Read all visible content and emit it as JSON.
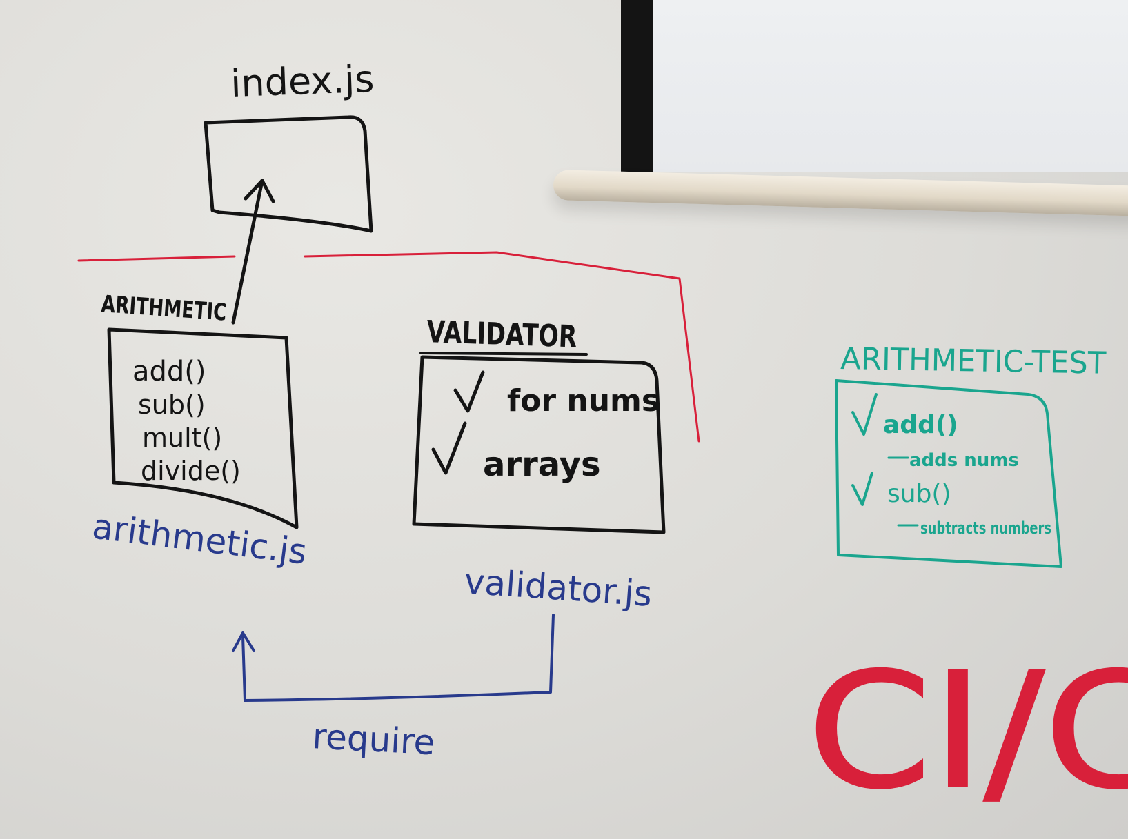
{
  "index_file": {
    "label": "index.js"
  },
  "arithmetic_module": {
    "title": "ARITHMETIC",
    "functions": [
      "add()",
      "sub()",
      "mult()",
      "divide()"
    ],
    "file_label": "arithmetic.js"
  },
  "validator_module": {
    "title": "VALIDATOR",
    "checks": [
      "for nums",
      "arrays"
    ],
    "file_label": "validator.js"
  },
  "require_label": "require",
  "arithmetic_test": {
    "title": "ARITHMETIC-TEST",
    "tests": [
      {
        "name": "add()",
        "desc": "adds nums"
      },
      {
        "name": "sub()",
        "desc": "subtracts numbers"
      }
    ]
  },
  "ci_label": "CI/CI",
  "colors": {
    "black_marker": "#141414",
    "blue_marker": "#283a8c",
    "green_marker": "#1aa58e",
    "red_marker": "#d8203a"
  }
}
